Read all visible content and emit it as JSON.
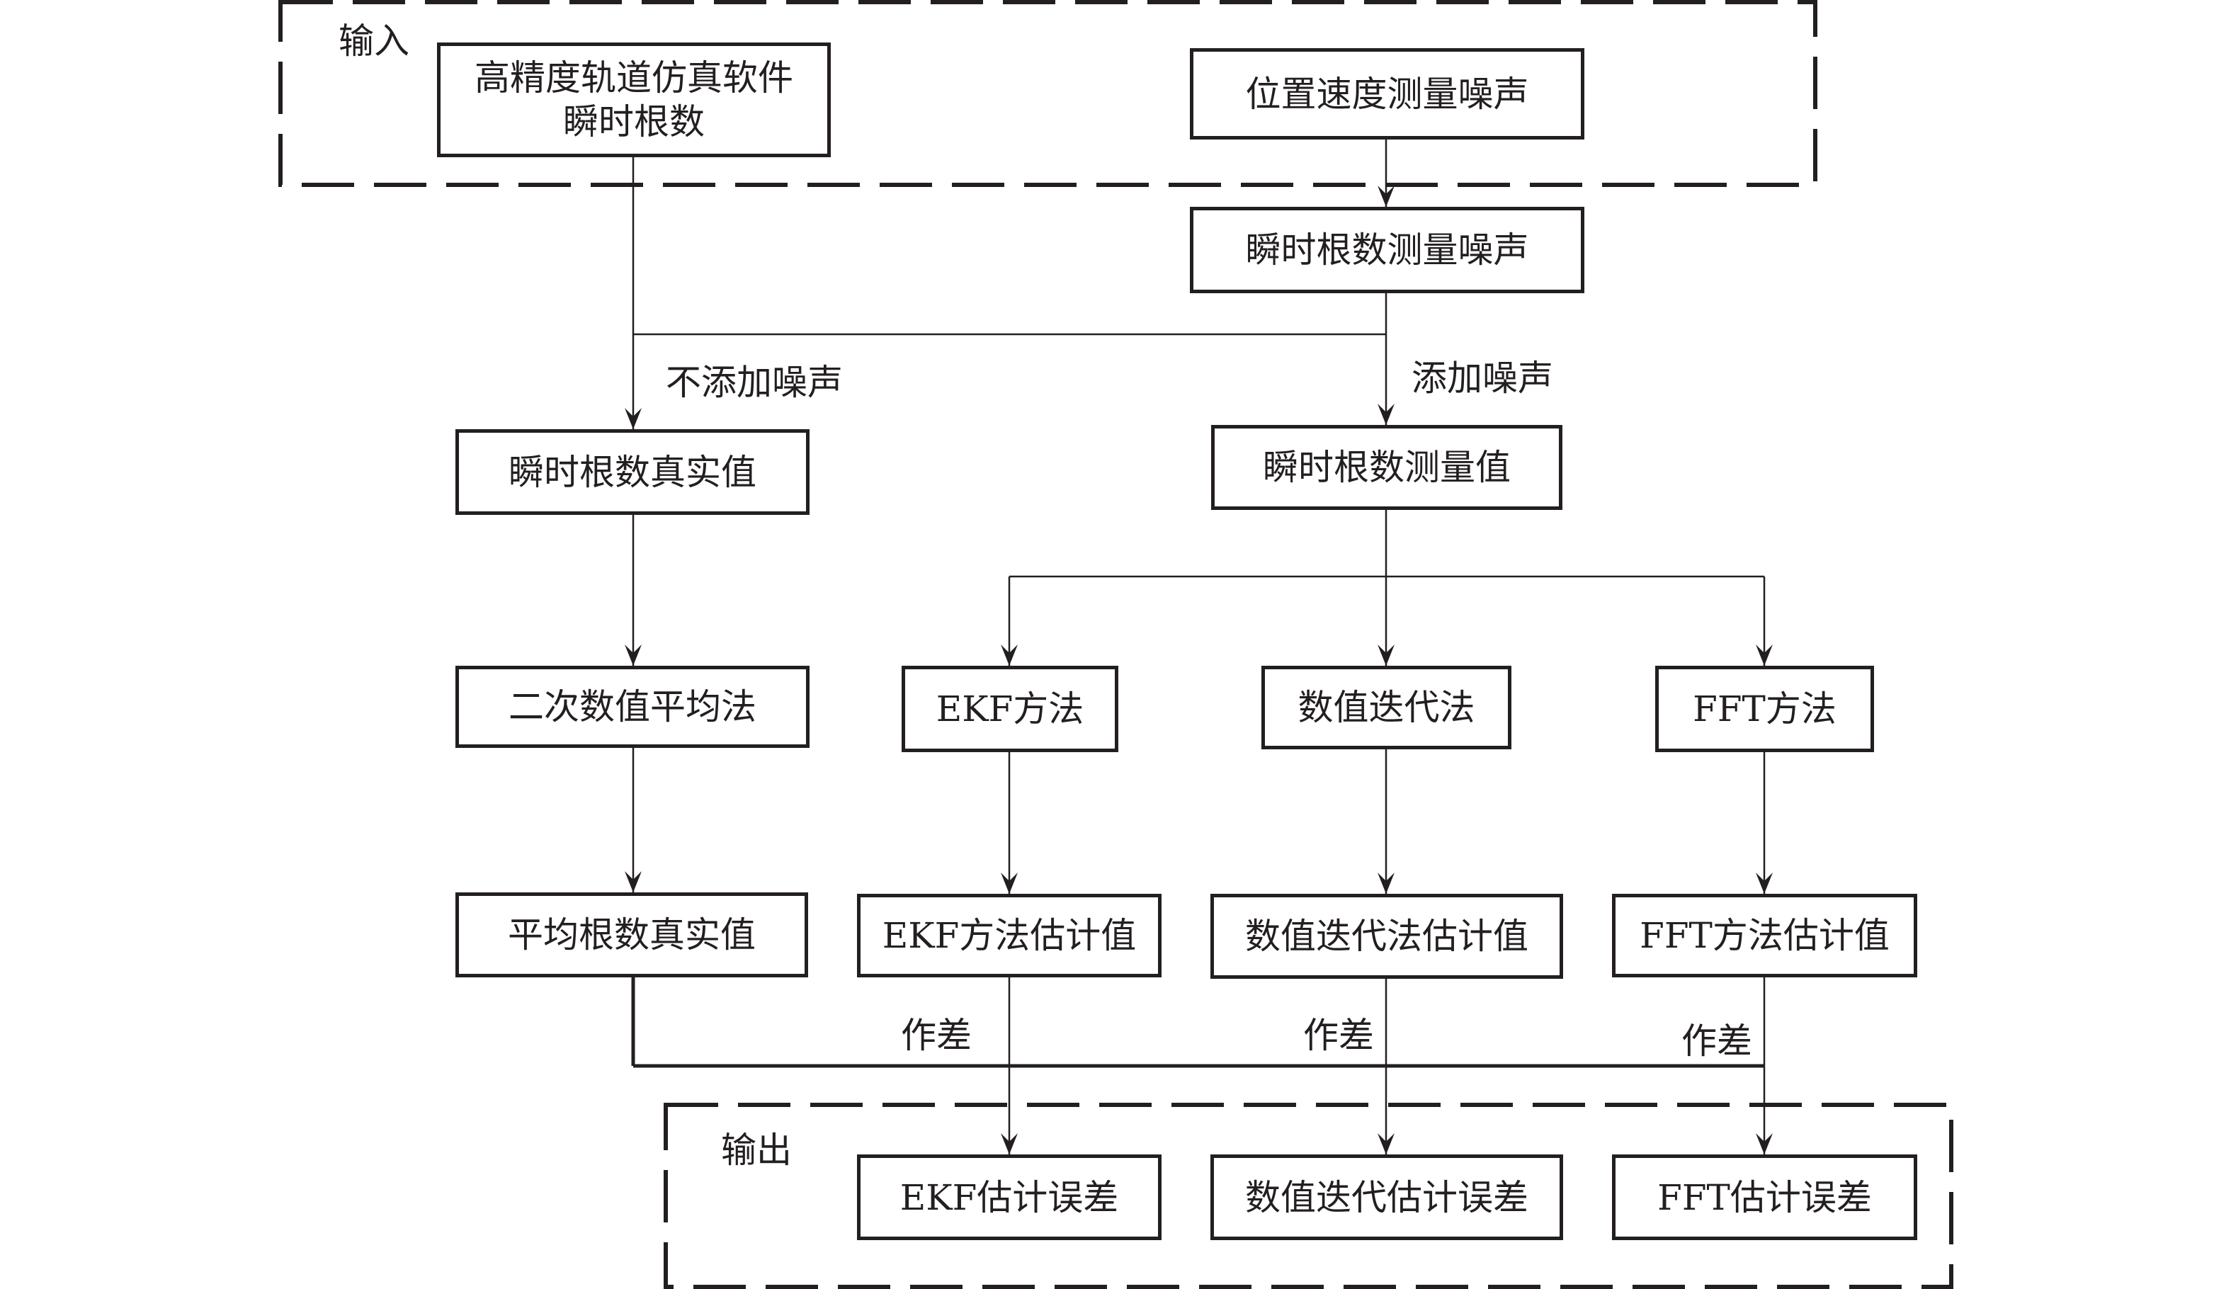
{
  "groups": {
    "input": {
      "title": "输入"
    },
    "output": {
      "title": "输出"
    }
  },
  "nodes": {
    "sim_software": {
      "line1": "高精度轨道仿真软件",
      "line2": "瞬时根数"
    },
    "pos_vel_noise": {
      "label": "位置速度测量噪声"
    },
    "elem_meas_noise": {
      "label": "瞬时根数测量噪声"
    },
    "true_instant": {
      "label": "瞬时根数真实值"
    },
    "measured_instant": {
      "label": "瞬时根数测量值"
    },
    "quad_average": {
      "label": "二次数值平均法"
    },
    "ekf_method": {
      "label": "EKF方法"
    },
    "iter_method": {
      "label": "数值迭代法"
    },
    "fft_method": {
      "label": "FFT方法"
    },
    "true_mean": {
      "label": "平均根数真实值"
    },
    "ekf_estimate": {
      "label": "EKF方法估计值"
    },
    "iter_estimate": {
      "label": "数值迭代法估计值"
    },
    "fft_estimate": {
      "label": "FFT方法估计值"
    },
    "ekf_error": {
      "label": "EKF估计误差"
    },
    "iter_error": {
      "label": "数值迭代估计误差"
    },
    "fft_error": {
      "label": "FFT估计误差"
    }
  },
  "edge_labels": {
    "no_noise": "不添加噪声",
    "add_noise": "添加噪声",
    "diff_1": "作差",
    "diff_2": "作差",
    "diff_3": "作差"
  },
  "colors": {
    "ink": "#231f20",
    "background": "#ffffff"
  }
}
